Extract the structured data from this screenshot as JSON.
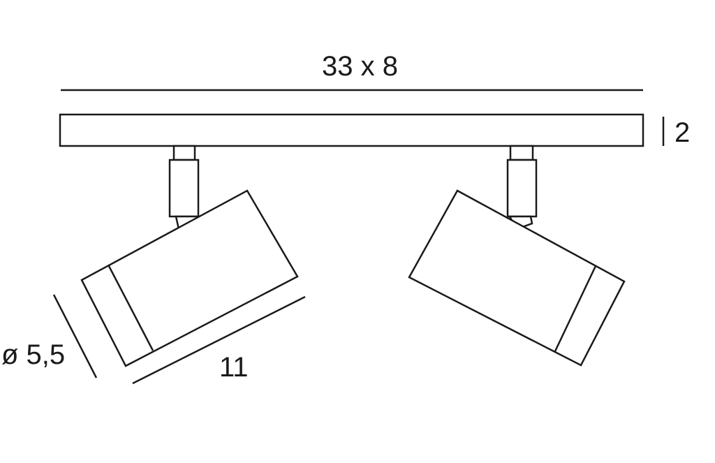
{
  "diagram": {
    "line_color": "#1a1a1a",
    "background": "#ffffff",
    "dimensions": {
      "overall": "33 x 8",
      "height": "2",
      "diameter": "ø 5,5",
      "length": "11"
    }
  }
}
